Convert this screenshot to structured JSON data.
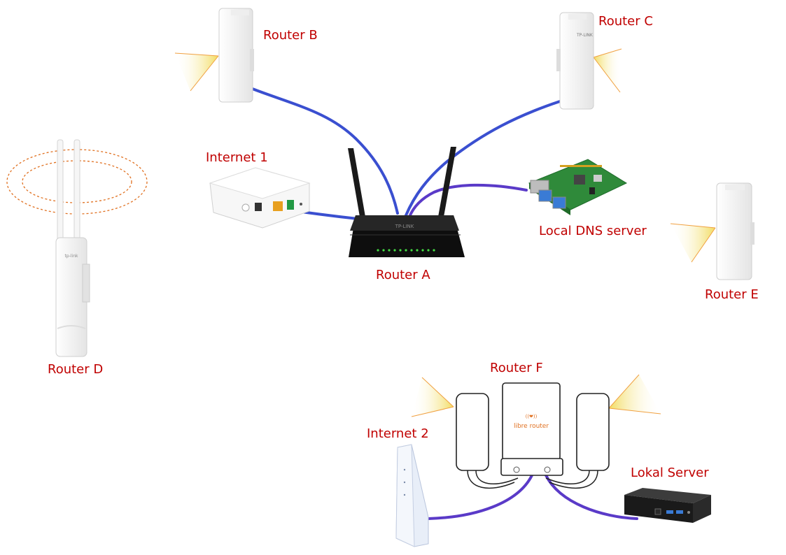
{
  "labels": {
    "router_a": "Router A",
    "router_b": "Router B",
    "router_c": "Router C",
    "router_d": "Router D",
    "router_e": "Router E",
    "router_f": "Router F",
    "internet_1": "Internet 1",
    "internet_2": "Internet 2",
    "local_dns_server": "Local DNS server",
    "lokal_server": "Lokal Server"
  },
  "logos": {
    "router_a_brand": "TP-LINK",
    "router_c_brand": "TP-LINK",
    "router_d_brand": "tp-link",
    "router_f_brand": "libre router"
  },
  "colors": {
    "label": "#c00000",
    "cable_blue": "#3a4fd0",
    "cable_purple": "#5a3ac8",
    "signal_beam": "#f5e27a",
    "wifi_ring": "#e07020"
  }
}
